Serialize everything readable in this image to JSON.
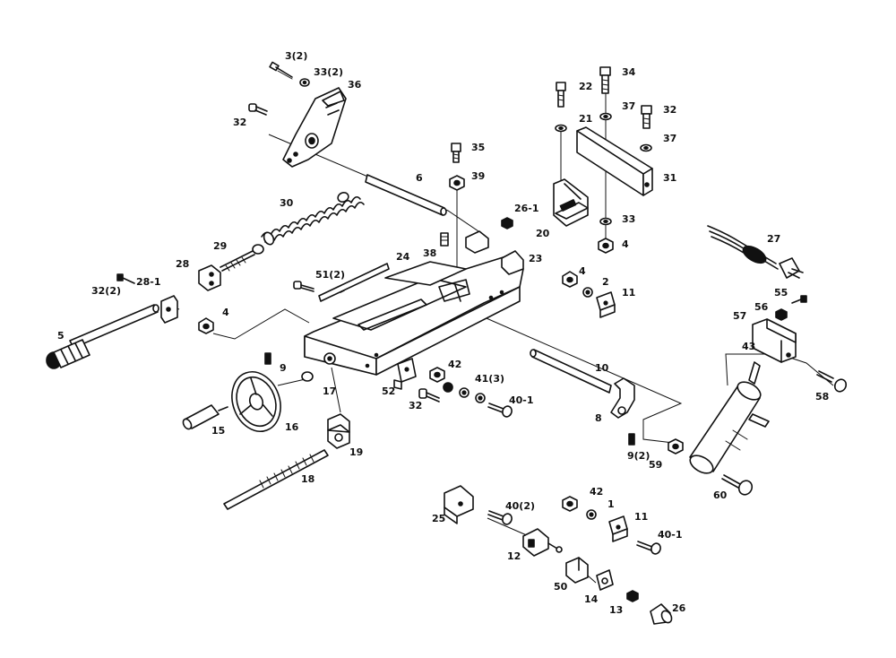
{
  "colors": {
    "line": "#111111",
    "background": "#ffffff"
  },
  "callouts": {
    "c3_2": "3(2)",
    "c33_2": "33(2)",
    "c36": "36",
    "c32_a": "32",
    "c6": "6",
    "c35": "35",
    "c39": "39",
    "c22": "22",
    "c21": "21",
    "c34": "34",
    "c37_a": "37",
    "c32_b": "32",
    "c37_b": "37",
    "c31": "31",
    "c20": "20",
    "c33": "33",
    "c4_a": "4",
    "c26_1": "26-1",
    "c30": "30",
    "c29": "29",
    "c28": "28",
    "c38": "38",
    "c24": "24",
    "c23": "23",
    "c51_2": "51(2)",
    "c32_2": "32(2)",
    "c28_1": "28-1",
    "c5": "5",
    "c4_b": "4",
    "c4_c": "4",
    "c2": "2",
    "c11_a": "11",
    "c27": "27",
    "c55": "55",
    "c56": "56",
    "c57": "57",
    "c43": "43",
    "c58": "58",
    "c9_a": "9",
    "c17": "17",
    "c52": "52",
    "c42_a": "42",
    "c41_3": "41(3)",
    "c32_c": "32",
    "c40_1_a": "40-1",
    "c10": "10",
    "c8": "8",
    "c9_2": "9(2)",
    "c59": "59",
    "c60": "60",
    "c15": "15",
    "c16": "16",
    "c19": "19",
    "c18": "18",
    "c25": "25",
    "c40_2": "40(2)",
    "c42_b": "42",
    "c1": "1",
    "c11_b": "11",
    "c40_1_b": "40-1",
    "c12": "12",
    "c50": "50",
    "c14": "14",
    "c13": "13",
    "c26": "26"
  }
}
